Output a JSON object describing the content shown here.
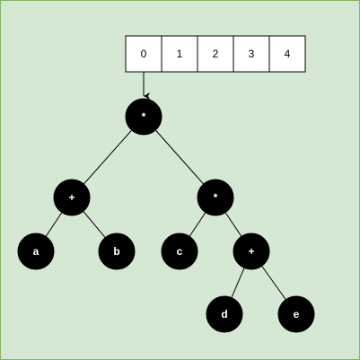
{
  "array": {
    "cells": [
      "0",
      "1",
      "2",
      "3",
      "4"
    ]
  },
  "tree": {
    "root": "*",
    "root_left": "+",
    "root_right": "*",
    "left_left": "a",
    "left_right": "b",
    "right_left": "c",
    "right_right": "+",
    "rr_left": "d",
    "rr_right": "e"
  },
  "colors": {
    "background": "#d5e8d4",
    "border": "#82b366",
    "node_fill": "#000000",
    "node_text": "#ffffff"
  }
}
